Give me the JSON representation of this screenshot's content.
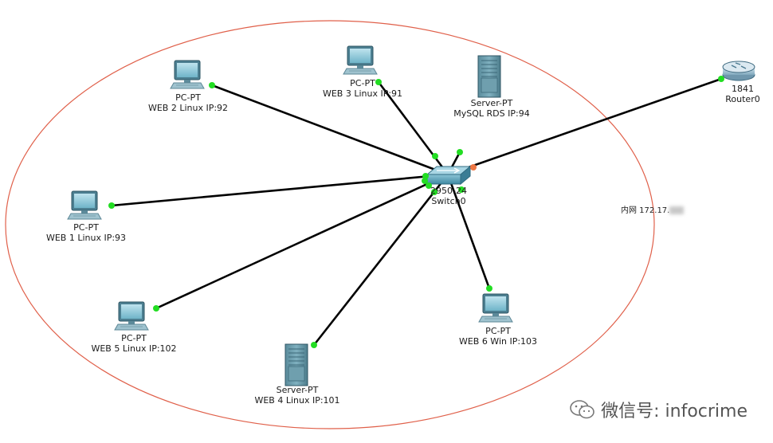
{
  "nodes": [
    {
      "id": "web2",
      "device": "PC-PT",
      "label": "WEB 2 Linux IP:92"
    },
    {
      "id": "web3",
      "device": "PC-PT",
      "label": "WEB 3 Linux IP:91"
    },
    {
      "id": "mysql",
      "device": "Server-PT",
      "label": "MySQL RDS IP:94"
    },
    {
      "id": "web1",
      "device": "PC-PT",
      "label": "WEB 1 Linux IP:93"
    },
    {
      "id": "web5",
      "device": "PC-PT",
      "label": "WEB 5 Linux IP:102"
    },
    {
      "id": "web4",
      "device": "Server-PT",
      "label": "WEB 4 Linux IP:101"
    },
    {
      "id": "web6",
      "device": "PC-PT",
      "label": "WEB 6 Win IP:103"
    },
    {
      "id": "switch",
      "device": "2950-24",
      "label": "Switch0"
    },
    {
      "id": "router",
      "device": "1841",
      "label": "Router0"
    }
  ],
  "links": [
    {
      "from": "web2",
      "to": "switch"
    },
    {
      "from": "web3",
      "to": "switch"
    },
    {
      "from": "mysql",
      "to": "switch"
    },
    {
      "from": "web1",
      "to": "switch"
    },
    {
      "from": "web5",
      "to": "switch"
    },
    {
      "from": "web4",
      "to": "switch"
    },
    {
      "from": "web6",
      "to": "switch"
    },
    {
      "from": "router",
      "to": "switch"
    }
  ],
  "network_note": "内网 172.17.",
  "watermark": "微信号: infocrime",
  "colors": {
    "link": "#000000",
    "port_up": "#22dd22",
    "port_orange": "#ee7744",
    "ellipse": "#e0604a"
  }
}
